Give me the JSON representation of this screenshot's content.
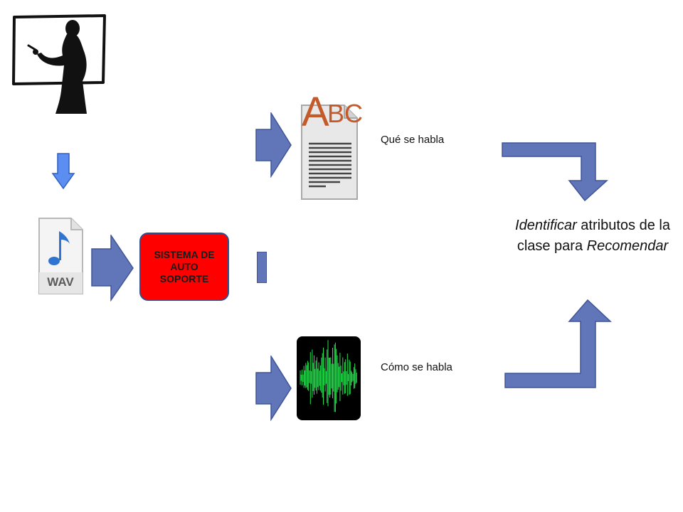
{
  "colors": {
    "arrow_fill": "#6176b9",
    "arrow_stroke": "#3f5597",
    "down_arrow_fill": "#5b8ef0",
    "system_box": "#ff0000",
    "waveform": "#22e34a"
  },
  "icons": {
    "teacher": "teacher-at-blackboard-icon",
    "audio_file": "wav-audio-file-icon",
    "text_doc": "abc-text-document-icon",
    "waveform": "audio-waveform-icon"
  },
  "wav_icon": {
    "badge": "WAV"
  },
  "abc_icon": {
    "big_letter": "A",
    "small_letters": "BC"
  },
  "system": {
    "label": "SISTEMA DE AUTO SOPORTE"
  },
  "branches": {
    "what": "Qué se habla",
    "how": "Cómo se habla"
  },
  "goal": {
    "part1": "Identificar",
    "part2": " atributos de la clase para ",
    "part3": "Recomendar"
  }
}
